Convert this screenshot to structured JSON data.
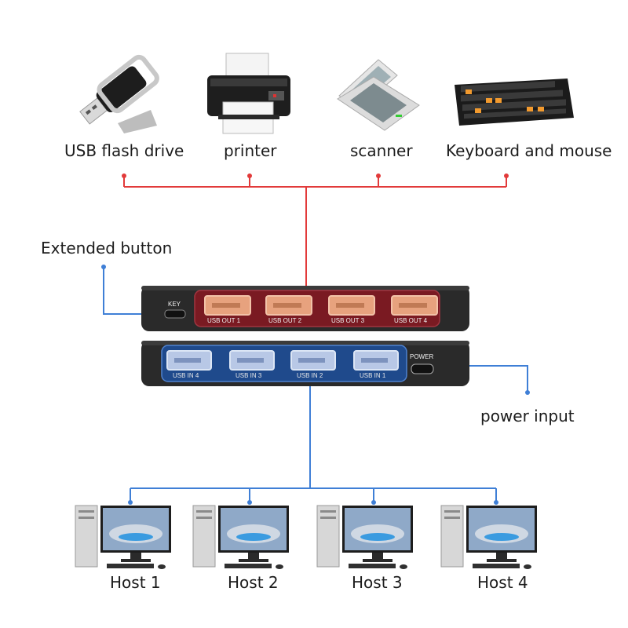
{
  "devices": {
    "usb_flash_drive": "USB flash drive",
    "printer": "printer",
    "scanner": "scanner",
    "keyboard_mouse": "Keyboard and mouse"
  },
  "callouts": {
    "extended_button": "Extended button",
    "power_input": "power input"
  },
  "switch": {
    "key_label": "KEY",
    "power_label": "POWER",
    "outputs": [
      "USB OUT 1",
      "USB OUT 2",
      "USB OUT 3",
      "USB OUT 4"
    ],
    "inputs": [
      "USB IN 4",
      "USB IN 3",
      "USB IN 2",
      "USB IN 1"
    ]
  },
  "hosts": [
    "Host 1",
    "Host 2",
    "Host 3",
    "Host 4"
  ],
  "colors": {
    "output_line": "#e23a3a",
    "input_line": "#3f7fd6",
    "output_panel": "#7a1a22",
    "input_panel": "#1f4a8c",
    "switch_body": "#2a2a2a"
  },
  "icons": [
    "usb-drive-icon",
    "printer-icon",
    "scanner-icon",
    "keyboard-icon",
    "computer-icon"
  ]
}
